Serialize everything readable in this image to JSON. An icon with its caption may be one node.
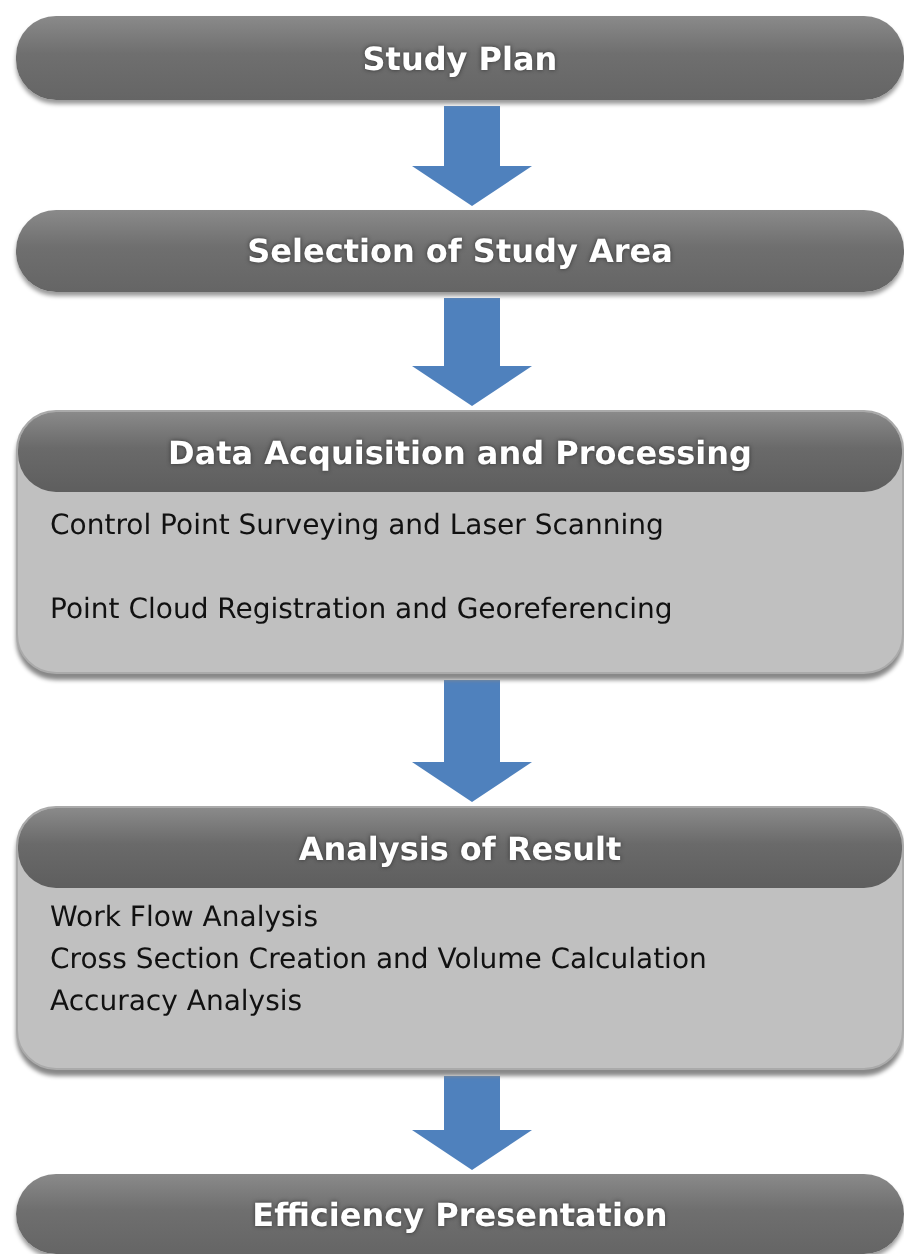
{
  "diagram": {
    "nodes": [
      {
        "text": [
          "Study Plan"
        ]
      },
      {
        "text": [
          "Selection of Study Area"
        ]
      },
      {
        "text": [
          "Data Acquisition and Processing",
          "Control Point Surveying and Laser Scanning",
          "Point Cloud Registration and Georeferencing"
        ]
      },
      {
        "text": [
          "Analysis of Result",
          "Work Flow Analysis",
          "Cross Section Creation and Volume Calculation",
          "Accuracy Analysis"
        ]
      },
      {
        "text": [
          "Efficiency Presentation"
        ]
      }
    ],
    "edges": [
      {
        "from": 0,
        "to": 1,
        "arrow": "to"
      },
      {
        "from": 1,
        "to": 2,
        "arrow": "to"
      },
      {
        "from": 2,
        "to": 3,
        "arrow": "to"
      },
      {
        "from": 3,
        "to": 4,
        "arrow": "to"
      }
    ]
  }
}
